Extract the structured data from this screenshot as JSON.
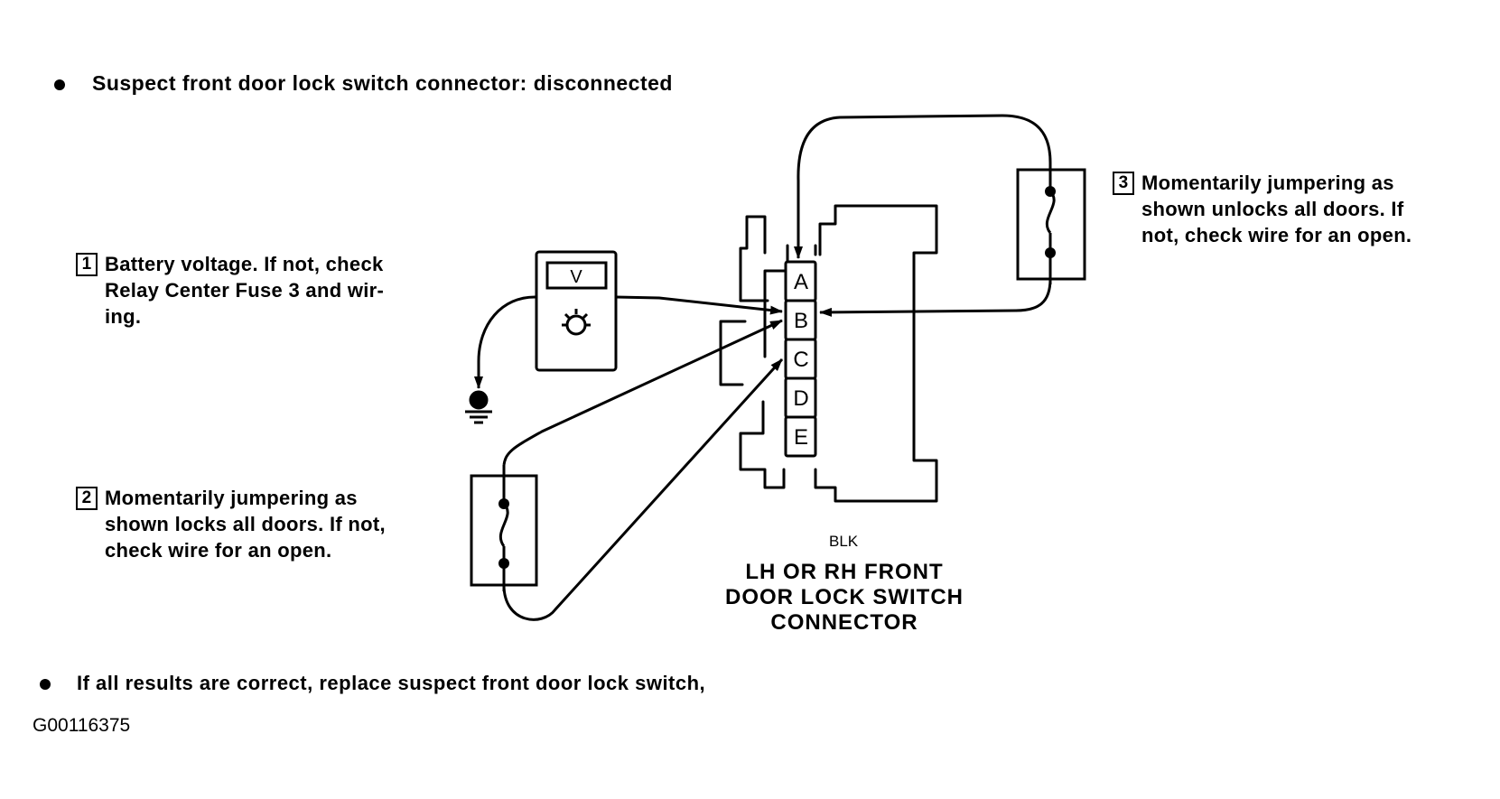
{
  "header": {
    "bullet_text": "Suspect front door lock switch connector: disconnected"
  },
  "notes": [
    {
      "number": "1",
      "text": "Battery voltage. If not, check\nRelay Center Fuse 3  and wir-\ning."
    },
    {
      "number": "2",
      "text": "Momentarily jumpering as\nshown locks all doors. If not,\ncheck wire for an open."
    },
    {
      "number": "3",
      "text": "Momentarily jumpering as\nshown unlocks all doors. If\nnot, check wire for an open."
    }
  ],
  "meter": {
    "display_label": "V"
  },
  "connector": {
    "terminals": [
      "A",
      "B",
      "C",
      "D",
      "E"
    ],
    "color_label": "BLK",
    "caption": "LH OR RH FRONT\nDOOR LOCK SWITCH\nCONNECTOR"
  },
  "footer": {
    "bullet_text": "If all results are correct, replace suspect front door lock switch,",
    "figure_id": "G00116375"
  }
}
